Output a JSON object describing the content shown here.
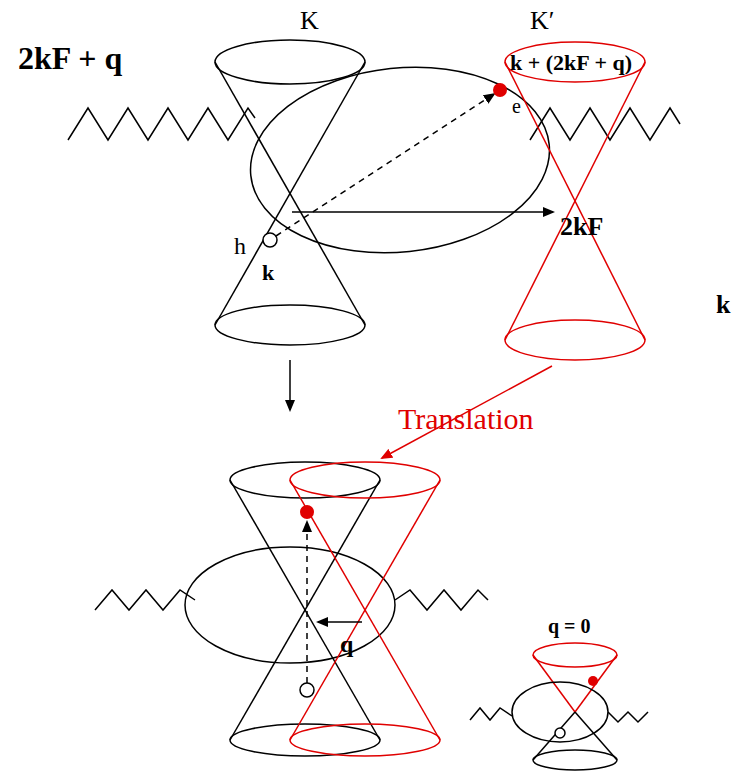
{
  "diagram": {
    "labels": [
      "K",
      "K′",
      "2kF + q",
      "k + (2kF + q)",
      "e",
      "h",
      "k",
      "2kF",
      "k",
      "Translation",
      "q",
      "q = 0"
    ]
  }
}
